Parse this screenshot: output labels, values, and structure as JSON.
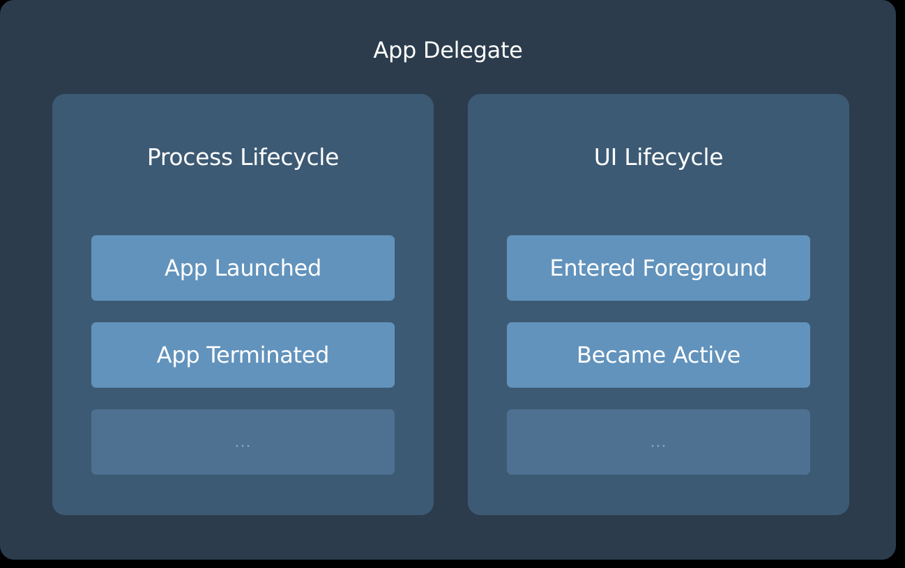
{
  "diagram": {
    "title": "App Delegate",
    "panels": [
      {
        "title": "Process Lifecycle",
        "items": [
          "App Launched",
          "App Terminated",
          "..."
        ]
      },
      {
        "title": "UI Lifecycle",
        "items": [
          "Entered Foreground",
          "Became Active",
          "..."
        ]
      }
    ]
  },
  "colors": {
    "page_background": "#000000",
    "outer_box": "#2c3c4c",
    "panel": "#3d5a74",
    "item": "#6293bc",
    "placeholder_item": "#4e7191",
    "text": "#ffffff"
  }
}
